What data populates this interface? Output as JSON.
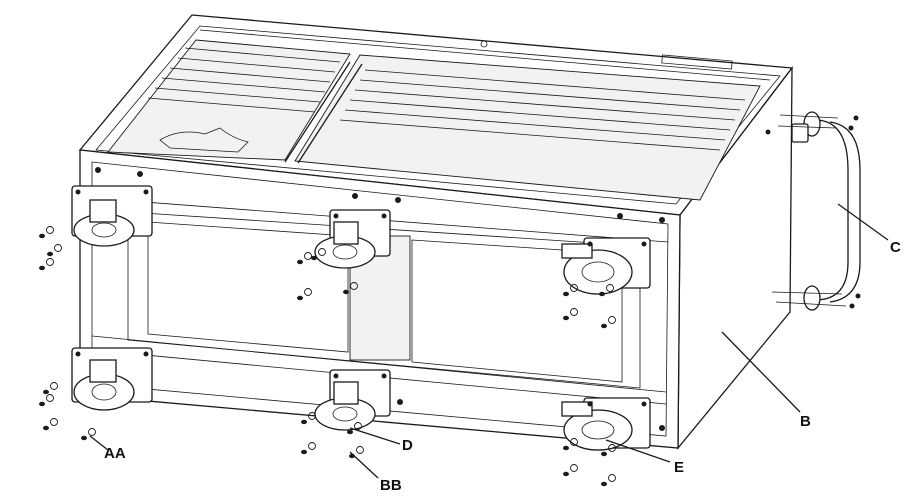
{
  "callouts": {
    "aa": "AA",
    "bb": "BB",
    "b": "B",
    "c": "C",
    "d": "D",
    "e": "E"
  },
  "colors": {
    "line": "#1a1a1a",
    "background": "#ffffff"
  }
}
